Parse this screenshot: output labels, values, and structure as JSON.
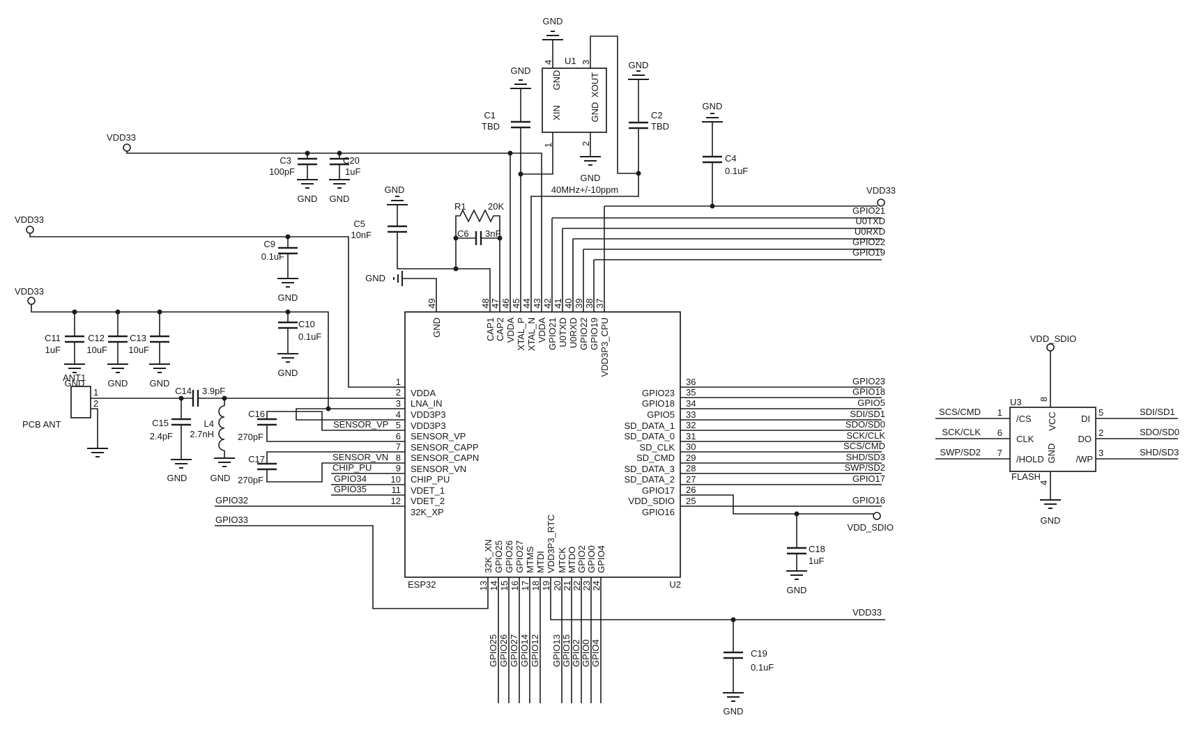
{
  "power": {
    "vdd33": "VDD33",
    "vdd_sdio": "VDD_SDIO",
    "gnd": "GND"
  },
  "antenna": {
    "ref": "ANT1",
    "type": "PCB ANT",
    "pin1": "1",
    "pin2": "2"
  },
  "caps": {
    "c1": {
      "ref": "C1",
      "value": "TBD"
    },
    "c2": {
      "ref": "C2",
      "value": "TBD"
    },
    "c3": {
      "ref": "C3",
      "value": "100pF"
    },
    "c4": {
      "ref": "C4",
      "value": "0.1uF"
    },
    "c5": {
      "ref": "C5",
      "value": "10nF"
    },
    "c6": {
      "ref": "C6",
      "value": "3nF"
    },
    "c9": {
      "ref": "C9",
      "value": "0.1uF"
    },
    "c10": {
      "ref": "C10",
      "value": "0.1uF"
    },
    "c11": {
      "ref": "C11",
      "value": "1uF"
    },
    "c12": {
      "ref": "C12",
      "value": "10uF"
    },
    "c13": {
      "ref": "C13",
      "value": "10uF"
    },
    "c14": {
      "ref": "C14",
      "value": "3.9pF"
    },
    "c15": {
      "ref": "C15",
      "value": "2.4pF"
    },
    "c16": {
      "ref": "C16",
      "value": "270pF"
    },
    "c17": {
      "ref": "C17",
      "value": "270pF"
    },
    "c18": {
      "ref": "C18",
      "value": "1uF"
    },
    "c19": {
      "ref": "C19",
      "value": "0.1uF"
    },
    "c20": {
      "ref": "C20",
      "value": "1uF"
    }
  },
  "r1": {
    "ref": "R1",
    "value": "20K"
  },
  "l4": {
    "ref": "L4",
    "value": "2.7nH"
  },
  "u1": {
    "ref": "U1",
    "note": "40MHz+/-10ppm",
    "pin1": "1",
    "pin2": "2",
    "pin3": "3",
    "pin4": "4",
    "xin": "XIN",
    "xout": "XOUT",
    "gnd": "GND"
  },
  "u2": {
    "ref": "U2",
    "part": "ESP32",
    "left_pins": [
      {
        "num": "1",
        "name": "VDDA"
      },
      {
        "num": "2",
        "name": "LNA_IN"
      },
      {
        "num": "3",
        "name": "VDD3P3"
      },
      {
        "num": "4",
        "name": "VDD3P3"
      },
      {
        "num": "5",
        "name": "SENSOR_VP"
      },
      {
        "num": "6",
        "name": "SENSOR_CAPP"
      },
      {
        "num": "7",
        "name": "SENSOR_CAPN"
      },
      {
        "num": "8",
        "name": "SENSOR_VN"
      },
      {
        "num": "9",
        "name": "CHIP_PU"
      },
      {
        "num": "10",
        "name": "VDET_1"
      },
      {
        "num": "11",
        "name": "VDET_2"
      },
      {
        "num": "12",
        "name": "32K_XP"
      }
    ],
    "top_pins": [
      {
        "num": "49",
        "name": "GND"
      },
      {
        "num": "48",
        "name": "CAP1"
      },
      {
        "num": "47",
        "name": "CAP2"
      },
      {
        "num": "46",
        "name": "VDDA"
      },
      {
        "num": "45",
        "name": "XTAL_P"
      },
      {
        "num": "44",
        "name": "XTAL_N"
      },
      {
        "num": "43",
        "name": "VDDA"
      },
      {
        "num": "42",
        "name": "GPIO21"
      },
      {
        "num": "41",
        "name": "U0TXD"
      },
      {
        "num": "40",
        "name": "U0RXD"
      },
      {
        "num": "39",
        "name": "GPIO22"
      },
      {
        "num": "38",
        "name": "GPIO19"
      },
      {
        "num": "37",
        "name": "VDD3P3_CPU"
      }
    ],
    "bottom_pins": [
      {
        "num": "13",
        "name": "32K_XN",
        "net": ""
      },
      {
        "num": "14",
        "name": "GPIO25",
        "net": "GPIO25"
      },
      {
        "num": "15",
        "name": "GPIO26",
        "net": "GPIO26"
      },
      {
        "num": "16",
        "name": "GPIO27",
        "net": "GPIO27"
      },
      {
        "num": "17",
        "name": "MTMS",
        "net": "GPIO14"
      },
      {
        "num": "18",
        "name": "MTDI",
        "net": "GPIO12"
      },
      {
        "num": "19",
        "name": "VDD3P3_RTC",
        "net": ""
      },
      {
        "num": "20",
        "name": "MTCK",
        "net": "GPIO13"
      },
      {
        "num": "21",
        "name": "MTDO",
        "net": "GPIO15"
      },
      {
        "num": "22",
        "name": "GPIO2",
        "net": "GPIO2"
      },
      {
        "num": "23",
        "name": "GPIO0",
        "net": "GPIO0"
      },
      {
        "num": "24",
        "name": "GPIO4",
        "net": "GPIO4"
      }
    ],
    "right_pins": [
      {
        "num": "36",
        "name": "GPIO23",
        "net": "GPIO23"
      },
      {
        "num": "35",
        "name": "GPIO18",
        "net": "GPIO18"
      },
      {
        "num": "34",
        "name": "GPIO5",
        "net": "GPIO5"
      },
      {
        "num": "33",
        "name": "SD_DATA_1",
        "net": "SDI/SD1"
      },
      {
        "num": "32",
        "name": "SD_DATA_0",
        "net": "SDO/SD0"
      },
      {
        "num": "31",
        "name": "SD_CLK",
        "net": "SCK/CLK"
      },
      {
        "num": "30",
        "name": "SD_CMD",
        "net": "SCS/CMD"
      },
      {
        "num": "29",
        "name": "SD_DATA_3",
        "net": "SHD/SD3"
      },
      {
        "num": "28",
        "name": "SD_DATA_2",
        "net": "SWP/SD2"
      },
      {
        "num": "27",
        "name": "GPIO17",
        "net": "GPIO17"
      },
      {
        "num": "26",
        "name": "VDD_SDIO",
        "net": ""
      },
      {
        "num": "25",
        "name": "GPIO16",
        "net": "GPIO16"
      }
    ]
  },
  "u3": {
    "ref": "U3",
    "part": "FLASH",
    "pins": {
      "cs": {
        "num": "1",
        "name": "/CS",
        "net": "SCS/CMD"
      },
      "clk": {
        "num": "6",
        "name": "CLK",
        "net": "SCK/CLK"
      },
      "hold": {
        "num": "7",
        "name": "/HOLD",
        "net": "SWP/SD2"
      },
      "di": {
        "num": "5",
        "name": "DI",
        "net": "SDI/SD1"
      },
      "dout": {
        "num": "2",
        "name": "DO",
        "net": "SDO/SD0"
      },
      "wp": {
        "num": "3",
        "name": "/WP",
        "net": "SHD/SD3"
      },
      "vcc": {
        "num": "8",
        "name": "VCC"
      },
      "gnd": {
        "num": "4",
        "name": "GND"
      }
    }
  },
  "nets": {
    "left": {
      "sensor_vp": "SENSOR_VP",
      "sensor_vn": "SENSOR_VN",
      "chip_pu": "CHIP_PU",
      "gpio34": "GPIO34",
      "gpio35": "GPIO35",
      "gpio32": "GPIO32",
      "gpio33": "GPIO33"
    },
    "top_right": [
      "GPIO21",
      "U0TXD",
      "U0RXD",
      "GPIO22",
      "GPIO19"
    ]
  }
}
